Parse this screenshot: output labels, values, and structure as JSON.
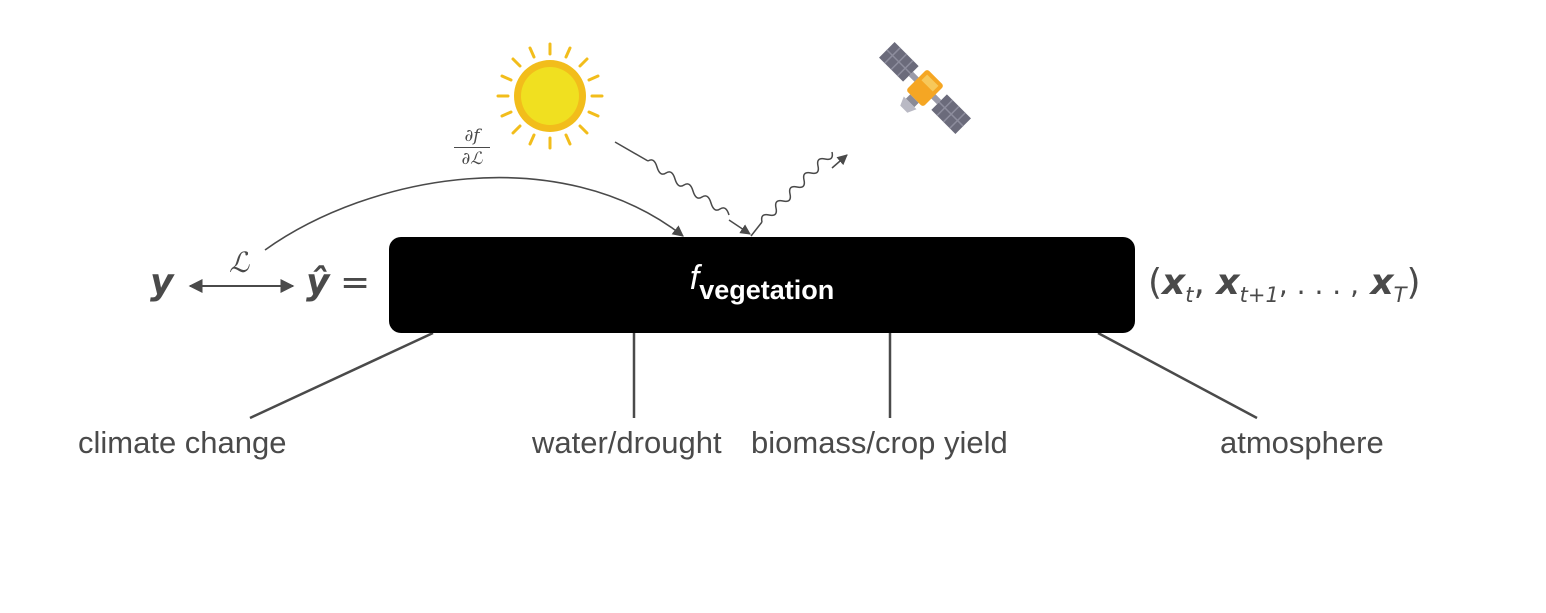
{
  "model_box": {
    "function_symbol": "f",
    "subscript": "vegetation"
  },
  "math": {
    "target": "y",
    "loss": "ℒ",
    "prediction": "ŷ",
    "equals": "=",
    "gradient_numerator": "∂f",
    "gradient_denominator": "∂ℒ",
    "inputs": {
      "open": "(",
      "x1": "x",
      "x1_sub": "t",
      "comma1": ",",
      "x2": "x",
      "x2_sub": "t+1",
      "dots": ", . . . ,",
      "x3": "x",
      "x3_sub": "T",
      "close": ")"
    }
  },
  "labels": {
    "climate": "climate change",
    "water": "water/drought",
    "biomass": "biomass/crop yield",
    "atmosphere": "atmosphere"
  },
  "icons": {
    "sun": "sun-icon",
    "satellite": "satellite-icon"
  },
  "colors": {
    "box": "#000000",
    "line": "#4a4a4a",
    "sun_outer": "#f2bd1b",
    "sun_inner": "#f0e020",
    "satellite_panel": "#6b6b7b",
    "satellite_body": "#f5a623"
  }
}
